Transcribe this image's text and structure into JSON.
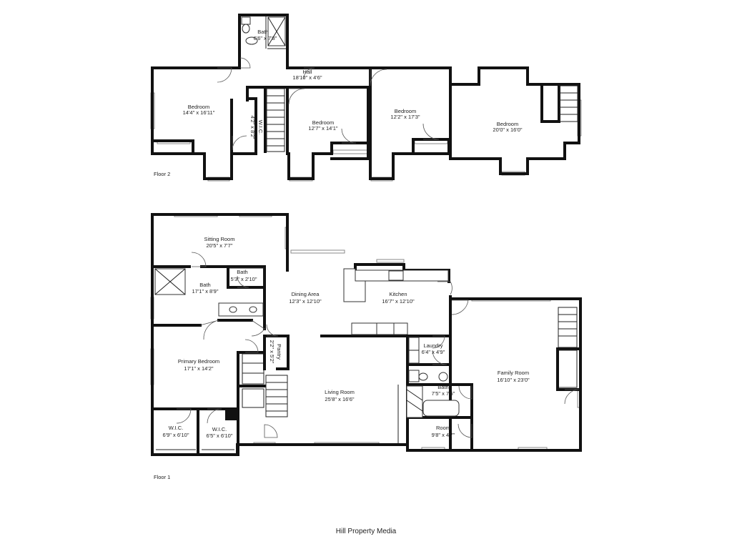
{
  "floors": [
    {
      "label": "Floor 2"
    },
    {
      "label": "Floor 1"
    }
  ],
  "rooms_floor2": [
    {
      "name": "Bath",
      "dim": "6'6\" x 7'8\""
    },
    {
      "name": "Hall",
      "dim": "18'10\" x 4'6\""
    },
    {
      "name": "Bedroom",
      "dim": "14'4\" x 16'11\""
    },
    {
      "name": "W.I.C.",
      "dim": "4'2\" x 8'2\""
    },
    {
      "name": "Bedroom",
      "dim": "12'7\" x 14'1\""
    },
    {
      "name": "Bedroom",
      "dim": "12'2\" x 17'3\""
    },
    {
      "name": "Bedroom",
      "dim": "20'0\" x 16'0\""
    }
  ],
  "rooms_floor1": [
    {
      "name": "Sitting Room",
      "dim": "20'5\" x 7'7\""
    },
    {
      "name": "Bath",
      "dim": "5'3\" x 2'10\""
    },
    {
      "name": "Bath",
      "dim": "17'1\" x 8'9\""
    },
    {
      "name": "Dining Area",
      "dim": "12'3\" x 12'10\""
    },
    {
      "name": "Kitchen",
      "dim": "16'7\" x 12'10\""
    },
    {
      "name": "Pantry",
      "dim": "2'2\" x 5'2\""
    },
    {
      "name": "Laundry",
      "dim": "6'4\" x 4'9\""
    },
    {
      "name": "Primary Bedroom",
      "dim": "17'1\" x 14'2\""
    },
    {
      "name": "Living Room",
      "dim": "25'8\" x 16'6\""
    },
    {
      "name": "Family Room",
      "dim": "16'10\" x 23'0\""
    },
    {
      "name": "Bath",
      "dim": "7'5\" x 7'5\""
    },
    {
      "name": "Room",
      "dim": "9'8\" x 4'7\""
    },
    {
      "name": "W.I.C.",
      "dim": "6'9\" x 6'10\""
    },
    {
      "name": "W.I.C.",
      "dim": "6'5\" x 6'10\""
    }
  ],
  "credit": "Hill Property Media"
}
